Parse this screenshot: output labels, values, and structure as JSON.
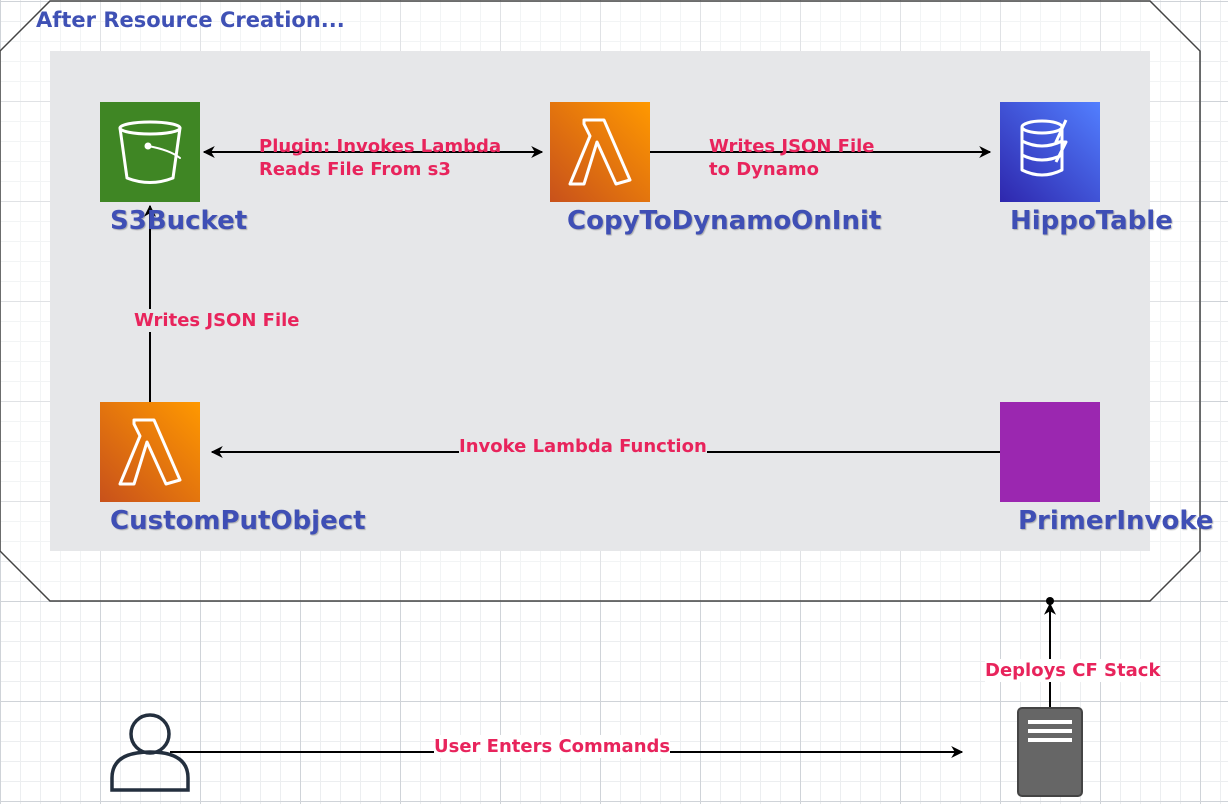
{
  "title": "After Resource Creation...",
  "nodes": {
    "s3_bucket": "S3Bucket",
    "copy_lambda": "CopyToDynamoOnInit",
    "hippo_table": "HippoTable",
    "custom_put_object": "CustomPutObject",
    "primer_invoke": "PrimerInvoke"
  },
  "edges": {
    "plugin_line1": "Plugin: Invokes Lambda",
    "plugin_line2": "Reads File From s3",
    "writes_line1": "Writes JSON File",
    "writes_line2": "to Dynamo",
    "writes_json": "Writes JSON File",
    "invoke_lambda": "Invoke Lambda Function",
    "deploys": "Deploys CF Stack",
    "user_enters": "User Enters Commands"
  },
  "colors": {
    "s3": "#3f8624",
    "lambda_start": "#c8511b",
    "lambda_end": "#ff9900",
    "dynamo_start": "#2e27ad",
    "dynamo_end": "#527fff",
    "primer": "#9b27b0",
    "label": "#e8245c",
    "name": "#3f4fb5"
  },
  "icons": {
    "s3": "bucket-icon",
    "lambda": "lambda-icon",
    "dynamo": "dynamodb-icon",
    "user": "user-icon",
    "server": "server-icon"
  }
}
